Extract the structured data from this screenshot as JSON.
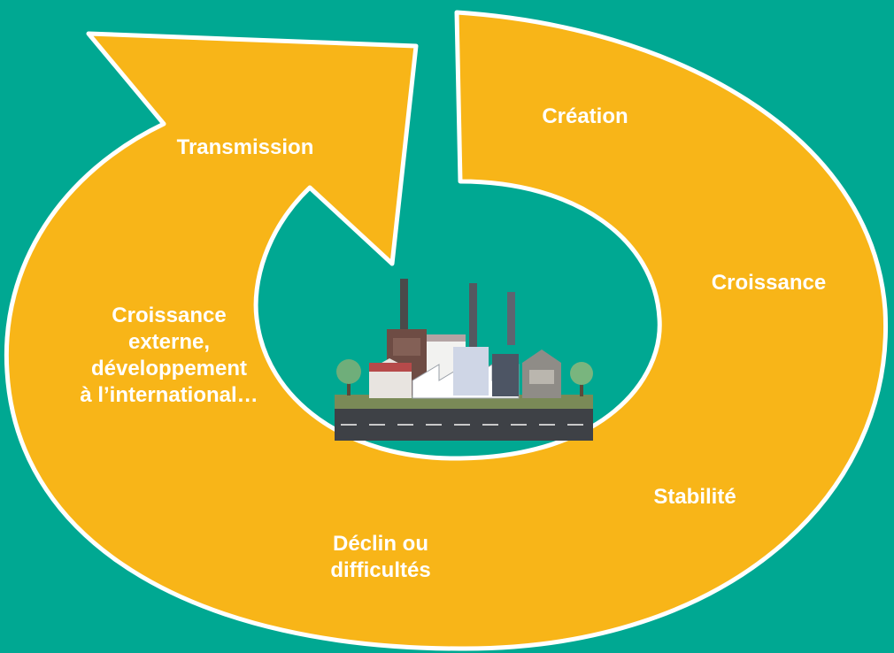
{
  "colors": {
    "background": "#00a892",
    "arrow_fill": "#f8b518",
    "arrow_outline": "#ffffff",
    "label_text": "#ffffff"
  },
  "stages": {
    "creation": "Création",
    "croissance": "Croissance",
    "stabilite": "Stabilité",
    "declin_line1": "Déclin ou",
    "declin_line2": "difficultés",
    "externe_line1": "Croissance",
    "externe_line2": "externe,",
    "externe_line3": "développement",
    "externe_line4": "à l’international…",
    "transmission": "Transmission"
  },
  "center_illustration": "factory-illustration"
}
